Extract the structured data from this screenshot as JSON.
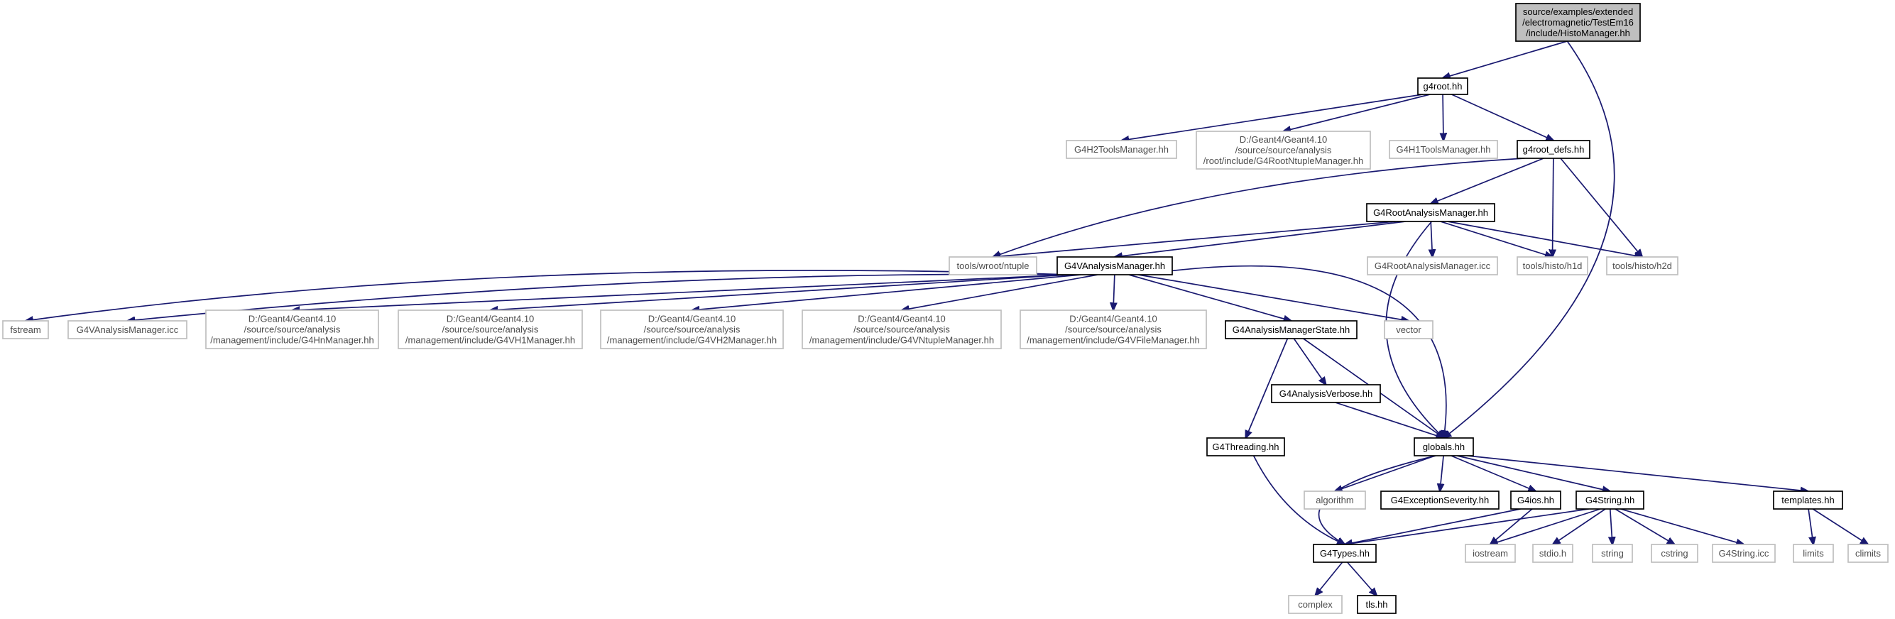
{
  "graph": {
    "title": "",
    "colors": {
      "edge": "#191970",
      "root_fill": "#bfbfbf",
      "external_border": "#bfbfbf",
      "internal_border": "#000000"
    },
    "nodes": [
      {
        "id": "root",
        "lines": [
          "source/examples/extended",
          "/electromagnetic/TestEm16",
          "/include/HistoManager.hh"
        ],
        "style": "root"
      },
      {
        "id": "g4root",
        "lines": [
          "g4root.hh"
        ],
        "style": "solid"
      },
      {
        "id": "g4h2tools",
        "lines": [
          "G4H2ToolsManager.hh"
        ],
        "style": "gray"
      },
      {
        "id": "g4rootntuple",
        "lines": [
          "D:/Geant4/Geant4.10",
          "/source/source/analysis",
          "/root/include/G4RootNtupleManager.hh"
        ],
        "style": "gray"
      },
      {
        "id": "g4h1tools",
        "lines": [
          "G4H1ToolsManager.hh"
        ],
        "style": "gray"
      },
      {
        "id": "g4rootdefs",
        "lines": [
          "g4root_defs.hh"
        ],
        "style": "solid"
      },
      {
        "id": "g4rootam",
        "lines": [
          "G4RootAnalysisManager.hh"
        ],
        "style": "solid"
      },
      {
        "id": "wroot",
        "lines": [
          "tools/wroot/ntuple"
        ],
        "style": "gray"
      },
      {
        "id": "g4vam",
        "lines": [
          "G4VAnalysisManager.hh"
        ],
        "style": "solid"
      },
      {
        "id": "g4rootamicc",
        "lines": [
          "G4RootAnalysisManager.icc"
        ],
        "style": "gray"
      },
      {
        "id": "h1d",
        "lines": [
          "tools/histo/h1d"
        ],
        "style": "gray"
      },
      {
        "id": "h2d",
        "lines": [
          "tools/histo/h2d"
        ],
        "style": "gray"
      },
      {
        "id": "fstream",
        "lines": [
          "fstream"
        ],
        "style": "gray"
      },
      {
        "id": "g4vamicc",
        "lines": [
          "G4VAnalysisManager.icc"
        ],
        "style": "gray"
      },
      {
        "id": "g4hn",
        "lines": [
          "D:/Geant4/Geant4.10",
          "/source/source/analysis",
          "/management/include/G4HnManager.hh"
        ],
        "style": "gray"
      },
      {
        "id": "g4vh1",
        "lines": [
          "D:/Geant4/Geant4.10",
          "/source/source/analysis",
          "/management/include/G4VH1Manager.hh"
        ],
        "style": "gray"
      },
      {
        "id": "g4vh2",
        "lines": [
          "D:/Geant4/Geant4.10",
          "/source/source/analysis",
          "/management/include/G4VH2Manager.hh"
        ],
        "style": "gray"
      },
      {
        "id": "g4vntuple",
        "lines": [
          "D:/Geant4/Geant4.10",
          "/source/source/analysis",
          "/management/include/G4VNtupleManager.hh"
        ],
        "style": "gray"
      },
      {
        "id": "g4vfile",
        "lines": [
          "D:/Geant4/Geant4.10",
          "/source/source/analysis",
          "/management/include/G4VFileManager.hh"
        ],
        "style": "gray"
      },
      {
        "id": "g4amstate",
        "lines": [
          "G4AnalysisManagerState.hh"
        ],
        "style": "solid"
      },
      {
        "id": "vector",
        "lines": [
          "vector"
        ],
        "style": "gray"
      },
      {
        "id": "g4averbose",
        "lines": [
          "G4AnalysisVerbose.hh"
        ],
        "style": "solid"
      },
      {
        "id": "g4threading",
        "lines": [
          "G4Threading.hh"
        ],
        "style": "solid"
      },
      {
        "id": "globals",
        "lines": [
          "globals.hh"
        ],
        "style": "solid"
      },
      {
        "id": "algorithm",
        "lines": [
          "algorithm"
        ],
        "style": "gray"
      },
      {
        "id": "g4exception",
        "lines": [
          "G4ExceptionSeverity.hh"
        ],
        "style": "solid"
      },
      {
        "id": "g4ios",
        "lines": [
          "G4ios.hh"
        ],
        "style": "solid"
      },
      {
        "id": "g4string",
        "lines": [
          "G4String.hh"
        ],
        "style": "solid"
      },
      {
        "id": "templates",
        "lines": [
          "templates.hh"
        ],
        "style": "solid"
      },
      {
        "id": "g4types",
        "lines": [
          "G4Types.hh"
        ],
        "style": "solid"
      },
      {
        "id": "iostream",
        "lines": [
          "iostream"
        ],
        "style": "gray"
      },
      {
        "id": "stdio",
        "lines": [
          "stdio.h"
        ],
        "style": "gray"
      },
      {
        "id": "string",
        "lines": [
          "string"
        ],
        "style": "gray"
      },
      {
        "id": "cstring",
        "lines": [
          "cstring"
        ],
        "style": "gray"
      },
      {
        "id": "g4stringicc",
        "lines": [
          "G4String.icc"
        ],
        "style": "gray"
      },
      {
        "id": "limits",
        "lines": [
          "limits"
        ],
        "style": "gray"
      },
      {
        "id": "climits",
        "lines": [
          "climits"
        ],
        "style": "gray"
      },
      {
        "id": "complex",
        "lines": [
          "complex"
        ],
        "style": "gray"
      },
      {
        "id": "tls",
        "lines": [
          "tls.hh"
        ],
        "style": "solid"
      }
    ],
    "edges": [
      [
        "root",
        "g4root"
      ],
      [
        "root",
        "globals"
      ],
      [
        "g4root",
        "g4h2tools"
      ],
      [
        "g4root",
        "g4rootntuple"
      ],
      [
        "g4root",
        "g4h1tools"
      ],
      [
        "g4root",
        "g4rootdefs"
      ],
      [
        "g4rootdefs",
        "g4rootam"
      ],
      [
        "g4rootdefs",
        "wroot"
      ],
      [
        "g4rootdefs",
        "h1d"
      ],
      [
        "g4rootdefs",
        "h2d"
      ],
      [
        "g4rootam",
        "wroot"
      ],
      [
        "g4rootam",
        "g4vam"
      ],
      [
        "g4rootam",
        "g4rootamicc"
      ],
      [
        "g4rootam",
        "h1d"
      ],
      [
        "g4rootam",
        "h2d"
      ],
      [
        "g4rootam",
        "globals"
      ],
      [
        "g4vam",
        "fstream"
      ],
      [
        "g4vam",
        "g4vamicc"
      ],
      [
        "g4vam",
        "g4hn"
      ],
      [
        "g4vam",
        "g4vh1"
      ],
      [
        "g4vam",
        "g4vh2"
      ],
      [
        "g4vam",
        "g4vntuple"
      ],
      [
        "g4vam",
        "g4vfile"
      ],
      [
        "g4vam",
        "g4amstate"
      ],
      [
        "g4vam",
        "vector"
      ],
      [
        "g4vam",
        "globals"
      ],
      [
        "g4amstate",
        "g4averbose"
      ],
      [
        "g4amstate",
        "g4threading"
      ],
      [
        "g4amstate",
        "globals"
      ],
      [
        "g4averbose",
        "globals"
      ],
      [
        "g4threading",
        "g4types"
      ],
      [
        "globals",
        "algorithm"
      ],
      [
        "globals",
        "g4exception"
      ],
      [
        "globals",
        "g4ios"
      ],
      [
        "globals",
        "g4string"
      ],
      [
        "globals",
        "templates"
      ],
      [
        "globals",
        "g4types"
      ],
      [
        "g4ios",
        "iostream"
      ],
      [
        "g4ios",
        "g4types"
      ],
      [
        "g4string",
        "stdio"
      ],
      [
        "g4string",
        "string"
      ],
      [
        "g4string",
        "cstring"
      ],
      [
        "g4string",
        "g4stringicc"
      ],
      [
        "g4string",
        "iostream"
      ],
      [
        "g4string",
        "g4types"
      ],
      [
        "templates",
        "limits"
      ],
      [
        "templates",
        "climits"
      ],
      [
        "g4types",
        "complex"
      ],
      [
        "g4types",
        "tls"
      ]
    ]
  }
}
